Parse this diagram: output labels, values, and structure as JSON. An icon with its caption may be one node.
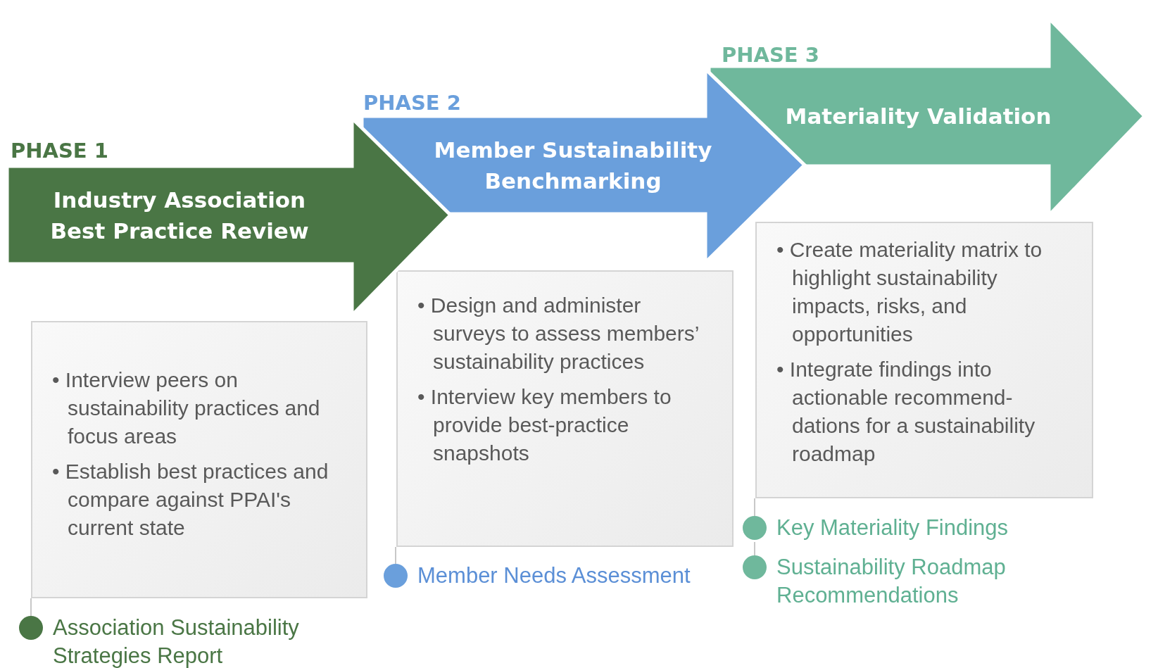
{
  "diagram": {
    "nodes": [
      {
        "text": [
          "PHASE 1",
          "Industry Association Best Practice Review"
        ]
      },
      {
        "text": [
          "• Interview peers on sustainability practices and focus areas",
          "• Establish best practices and compare against PPAI's current state"
        ]
      },
      {
        "text": [
          "Association Sustainability Strategies Report"
        ]
      },
      {
        "text": [
          "PHASE 2",
          "Member Sustainability Benchmarking"
        ]
      },
      {
        "text": [
          "• Design and administer surveys to assess members’ sustainability practices",
          "• Interview key members to provide best-practice snapshots"
        ]
      },
      {
        "text": [
          "Member Needs Assessment"
        ]
      },
      {
        "text": [
          "PHASE 3",
          "Materiality Validation"
        ]
      },
      {
        "text": [
          "• Create materiality matrix to highlight sustainability impacts, risks, and opportunities",
          "• Integrate findings into actionable recommend-dations for a sustainability roadmap"
        ]
      },
      {
        "text": [
          "Key Materiality Findings"
        ]
      },
      {
        "text": [
          "Sustainability Roadmap Recommendations"
        ]
      }
    ],
    "edges": [
      {
        "from": 1,
        "to": 2,
        "arrow": "none"
      },
      {
        "from": 4,
        "to": 5,
        "arrow": "none"
      },
      {
        "from": 7,
        "to": 8,
        "arrow": "none"
      },
      {
        "from": 8,
        "to": 9,
        "arrow": "none"
      }
    ]
  }
}
